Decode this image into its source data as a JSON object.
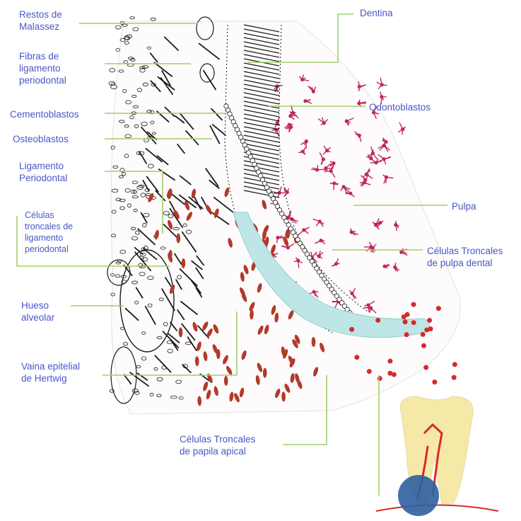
{
  "colors": {
    "label_text": "#4a56c8",
    "leader_line": "#9fd06a",
    "pulp_cells": "#c0285a",
    "pdl_cells": "#b23a2a",
    "apical_papilla_cells": "#d62a2a",
    "hertwig_sheath": "#bfe6e6",
    "tooth_crown": "#f6e9a8",
    "tooth_root_canal": "#d62a2a",
    "highlight_circle": "#2f5fa0",
    "outline": "#1a1a1a"
  },
  "labels": {
    "restos_malassez": "Restos de\nMalassez",
    "fibras_ligamento": "Fibras de\nligamento\nperiodontal",
    "cementoblastos": "Cementoblastos",
    "osteoblastos": "Osteoblastos",
    "ligamento_periodontal": "Ligamento\nPeriodontal",
    "celulas_troncales_ligamento": "Células\ntroncales de\nligamento\nperiodontal",
    "hueso_alveolar": "Hueso\nalveolar",
    "vaina_hertwig": "Vaina epitelial\nde Hertwig",
    "dentina": "Dentina",
    "odontoblastos": "Odontoblastos",
    "pulpa": "Pulpa",
    "celulas_troncales_pulpa": "Células Troncales\nde pulpa dental",
    "celulas_troncales_papila": "Células Troncales\nde papila apical"
  }
}
